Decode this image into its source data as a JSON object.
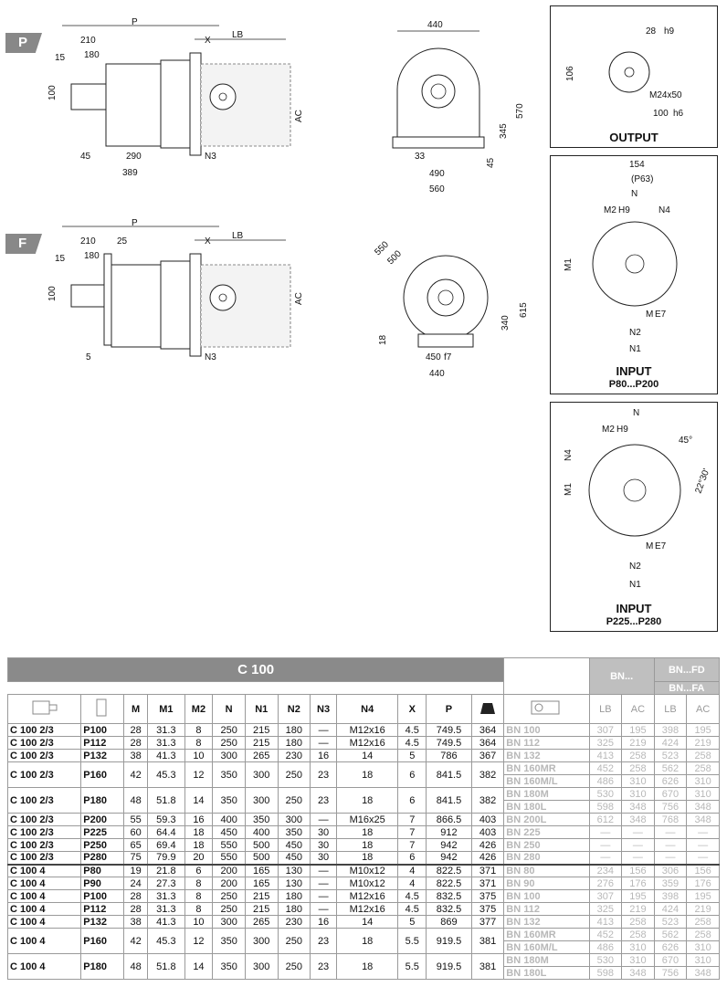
{
  "tags": {
    "p": "P",
    "f": "F"
  },
  "drawing_p": {
    "P": "P",
    "LB": "LB",
    "X": "X",
    "d210": "210",
    "d180": "180",
    "d15": "15",
    "d100": "100",
    "AC": "AC",
    "d45": "45",
    "d290": "290",
    "d389": "389",
    "N3": "N3"
  },
  "drawing_p_front": {
    "d440": "440",
    "d570": "570",
    "d345": "345",
    "d33": "33",
    "d45": "45",
    "d490": "490",
    "d560": "560"
  },
  "drawing_f": {
    "P": "P",
    "LB": "LB",
    "X": "X",
    "d210": "210",
    "d180": "180",
    "d25": "25",
    "d15": "15",
    "d100": "100",
    "AC": "AC",
    "d5": "5",
    "N3": "N3"
  },
  "drawing_f_front": {
    "d550": "550",
    "d500": "500",
    "d615": "615",
    "d340": "340",
    "d18": "18",
    "d450": "450",
    "f7": "f7",
    "d440": "440"
  },
  "output_box": {
    "label": "OUTPUT",
    "d28": "28",
    "h9a": "h9",
    "d106": "106",
    "m24": "M24x50",
    "d100": "100",
    "h6": "h6"
  },
  "input1_box": {
    "label1": "INPUT",
    "label2": "P80...P200",
    "d154": "154",
    "p63": "(P63)",
    "N": "N",
    "M2": "M2",
    "h9": "H9",
    "N4": "N4",
    "M1": "M1",
    "M": "M",
    "E7": "E7",
    "N2": "N2",
    "N1": "N1"
  },
  "input2_box": {
    "label1": "INPUT",
    "label2": "P225...P280",
    "N": "N",
    "M2": "M2",
    "h9": "H9",
    "N4": "N4",
    "M1": "M1",
    "M": "M",
    "E7": "E7",
    "N2": "N2",
    "N1": "N1",
    "a45": "45°",
    "a22": "22°30'"
  },
  "table": {
    "title": "C 100",
    "bn": "BN...",
    "bnfd": "BN...FD",
    "bnfa": "BN...FA",
    "cols": [
      "M",
      "M1",
      "M2",
      "N",
      "N1",
      "N2",
      "N3",
      "N4",
      "X",
      "P"
    ],
    "bn_cols": [
      "LB",
      "AC",
      "LB",
      "AC"
    ],
    "rows": [
      {
        "a": "C 100 2/3",
        "b": "P100",
        "v": [
          "28",
          "31.3",
          "8",
          "250",
          "215",
          "180",
          "—",
          "M12x16",
          "4.5",
          "749.5",
          "364"
        ],
        "bn": [
          [
            "BN 100",
            "307",
            "195",
            "398",
            "195"
          ]
        ]
      },
      {
        "a": "C 100 2/3",
        "b": "P112",
        "v": [
          "28",
          "31.3",
          "8",
          "250",
          "215",
          "180",
          "—",
          "M12x16",
          "4.5",
          "749.5",
          "364"
        ],
        "bn": [
          [
            "BN 112",
            "325",
            "219",
            "424",
            "219"
          ]
        ]
      },
      {
        "a": "C 100 2/3",
        "b": "P132",
        "v": [
          "38",
          "41.3",
          "10",
          "300",
          "265",
          "230",
          "16",
          "14",
          "5",
          "786",
          "367"
        ],
        "bn": [
          [
            "BN 132",
            "413",
            "258",
            "523",
            "258"
          ]
        ]
      },
      {
        "a": "C 100 2/3",
        "b": "P160",
        "v": [
          "42",
          "45.3",
          "12",
          "350",
          "300",
          "250",
          "23",
          "18",
          "6",
          "841.5",
          "382"
        ],
        "bn": [
          [
            "BN 160MR",
            "452",
            "258",
            "562",
            "258"
          ],
          [
            "BN 160M/L",
            "486",
            "310",
            "626",
            "310"
          ]
        ]
      },
      {
        "a": "C 100 2/3",
        "b": "P180",
        "v": [
          "48",
          "51.8",
          "14",
          "350",
          "300",
          "250",
          "23",
          "18",
          "6",
          "841.5",
          "382"
        ],
        "bn": [
          [
            "BN 180M",
            "530",
            "310",
            "670",
            "310"
          ],
          [
            "BN 180L",
            "598",
            "348",
            "756",
            "348"
          ]
        ]
      },
      {
        "a": "C 100 2/3",
        "b": "P200",
        "v": [
          "55",
          "59.3",
          "16",
          "400",
          "350",
          "300",
          "—",
          "M16x25",
          "7",
          "866.5",
          "403"
        ],
        "bn": [
          [
            "BN 200L",
            "612",
            "348",
            "768",
            "348"
          ]
        ]
      },
      {
        "a": "C 100 2/3",
        "b": "P225",
        "v": [
          "60",
          "64.4",
          "18",
          "450",
          "400",
          "350",
          "30",
          "18",
          "7",
          "912",
          "403"
        ],
        "bn": [
          [
            "BN 225",
            "—",
            "—",
            "—",
            "—"
          ]
        ]
      },
      {
        "a": "C 100 2/3",
        "b": "P250",
        "v": [
          "65",
          "69.4",
          "18",
          "550",
          "500",
          "450",
          "30",
          "18",
          "7",
          "942",
          "426"
        ],
        "bn": [
          [
            "BN 250",
            "—",
            "—",
            "—",
            "—"
          ]
        ]
      },
      {
        "a": "C 100 2/3",
        "b": "P280",
        "v": [
          "75",
          "79.9",
          "20",
          "550",
          "500",
          "450",
          "30",
          "18",
          "6",
          "942",
          "426"
        ],
        "bn": [
          [
            "BN 280",
            "—",
            "—",
            "—",
            "—"
          ]
        ]
      },
      {
        "a": "C 100 4",
        "b": "P80",
        "v": [
          "19",
          "21.8",
          "6",
          "200",
          "165",
          "130",
          "—",
          "M10x12",
          "4",
          "822.5",
          "371"
        ],
        "bn": [
          [
            "BN 80",
            "234",
            "156",
            "306",
            "156"
          ]
        ]
      },
      {
        "a": "C 100 4",
        "b": "P90",
        "v": [
          "24",
          "27.3",
          "8",
          "200",
          "165",
          "130",
          "—",
          "M10x12",
          "4",
          "822.5",
          "371"
        ],
        "bn": [
          [
            "BN 90",
            "276",
            "176",
            "359",
            "176"
          ]
        ]
      },
      {
        "a": "C 100 4",
        "b": "P100",
        "v": [
          "28",
          "31.3",
          "8",
          "250",
          "215",
          "180",
          "—",
          "M12x16",
          "4.5",
          "832.5",
          "375"
        ],
        "bn": [
          [
            "BN 100",
            "307",
            "195",
            "398",
            "195"
          ]
        ]
      },
      {
        "a": "C 100 4",
        "b": "P112",
        "v": [
          "28",
          "31.3",
          "8",
          "250",
          "215",
          "180",
          "—",
          "M12x16",
          "4.5",
          "832.5",
          "375"
        ],
        "bn": [
          [
            "BN 112",
            "325",
            "219",
            "424",
            "219"
          ]
        ]
      },
      {
        "a": "C 100 4",
        "b": "P132",
        "v": [
          "38",
          "41.3",
          "10",
          "300",
          "265",
          "230",
          "16",
          "14",
          "5",
          "869",
          "377"
        ],
        "bn": [
          [
            "BN 132",
            "413",
            "258",
            "523",
            "258"
          ]
        ]
      },
      {
        "a": "C 100 4",
        "b": "P160",
        "v": [
          "42",
          "45.3",
          "12",
          "350",
          "300",
          "250",
          "23",
          "18",
          "5.5",
          "919.5",
          "381"
        ],
        "bn": [
          [
            "BN 160MR",
            "452",
            "258",
            "562",
            "258"
          ],
          [
            "BN 160M/L",
            "486",
            "310",
            "626",
            "310"
          ]
        ]
      },
      {
        "a": "C 100 4",
        "b": "P180",
        "v": [
          "48",
          "51.8",
          "14",
          "350",
          "300",
          "250",
          "23",
          "18",
          "5.5",
          "919.5",
          "381"
        ],
        "bn": [
          [
            "BN 180M",
            "530",
            "310",
            "670",
            "310"
          ],
          [
            "BN 180L",
            "598",
            "348",
            "756",
            "348"
          ]
        ]
      }
    ]
  }
}
